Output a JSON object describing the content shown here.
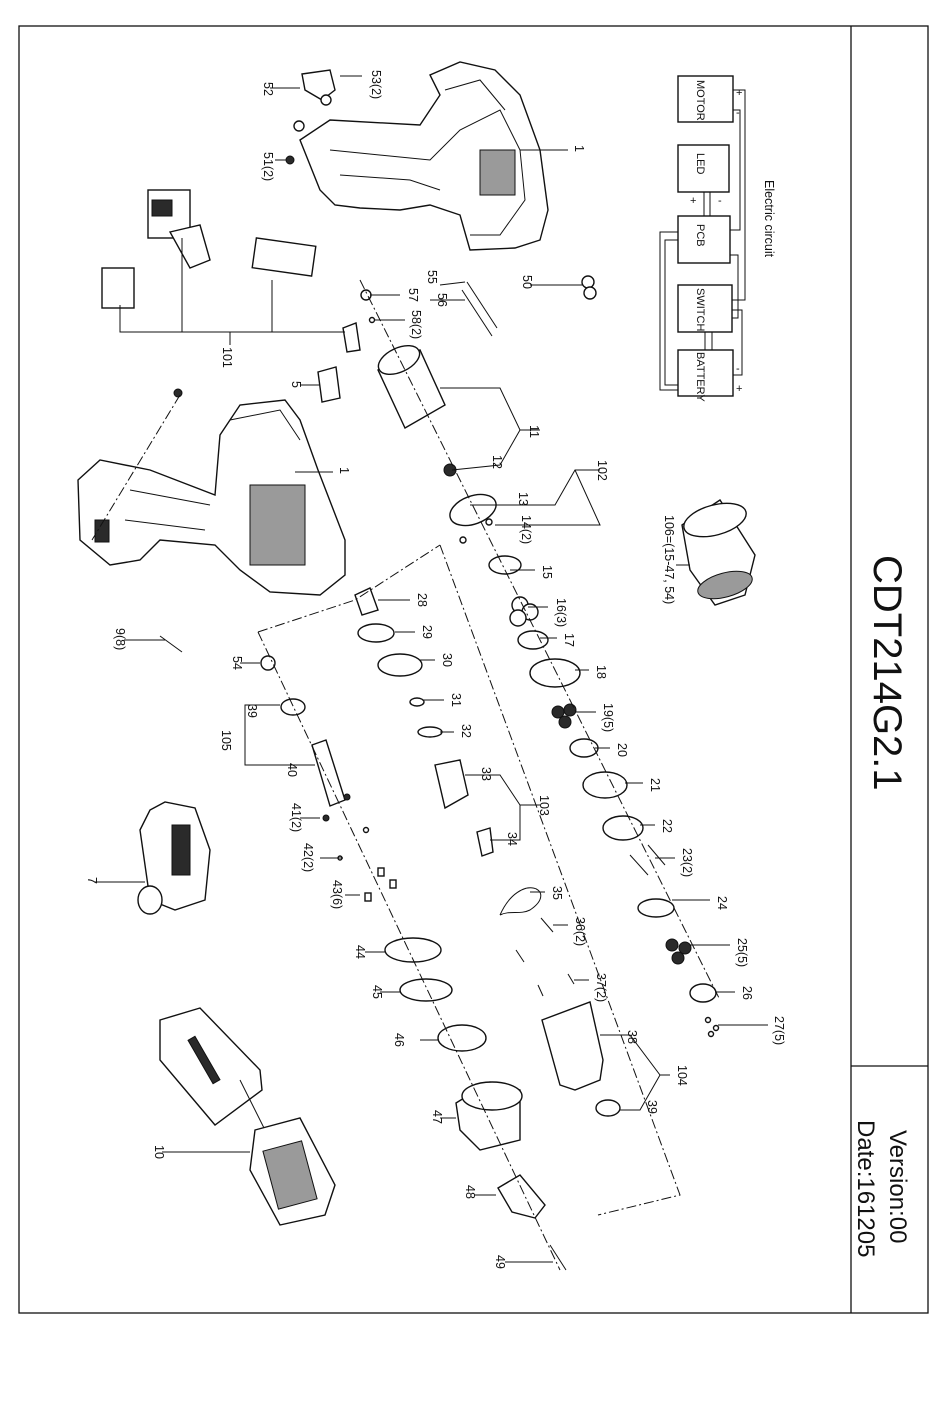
{
  "header": {
    "model": "CDT214G2.1",
    "version": "Version:00",
    "date": "Date:161205"
  },
  "circuit": {
    "title": "Electric circuit",
    "blocks": [
      "MOTOR",
      "LED",
      "PCB",
      "SWITCH",
      "BATTERY"
    ],
    "signs": [
      "+",
      "-",
      "+",
      "-",
      "-",
      "+"
    ]
  },
  "callouts": [
    "1",
    "1",
    "5",
    "7",
    "9(8)",
    "10",
    "11",
    "12",
    "13",
    "14(2)",
    "15",
    "16(3)",
    "17",
    "18",
    "19(5)",
    "20",
    "21",
    "22",
    "23(2)",
    "24",
    "25(5)",
    "26",
    "27(5)",
    "28",
    "29",
    "30",
    "31",
    "32",
    "33",
    "34",
    "35",
    "36(2)",
    "37(2)",
    "38",
    "39",
    "39",
    "40",
    "41(2)",
    "42(2)",
    "43(6)",
    "44",
    "45",
    "46",
    "47",
    "48",
    "49",
    "50",
    "51(2)",
    "52",
    "53(2)",
    "54",
    "55",
    "56",
    "57",
    "58(2)",
    "101",
    "102",
    "103",
    "104",
    "105",
    "106=(15-47, 54)"
  ]
}
